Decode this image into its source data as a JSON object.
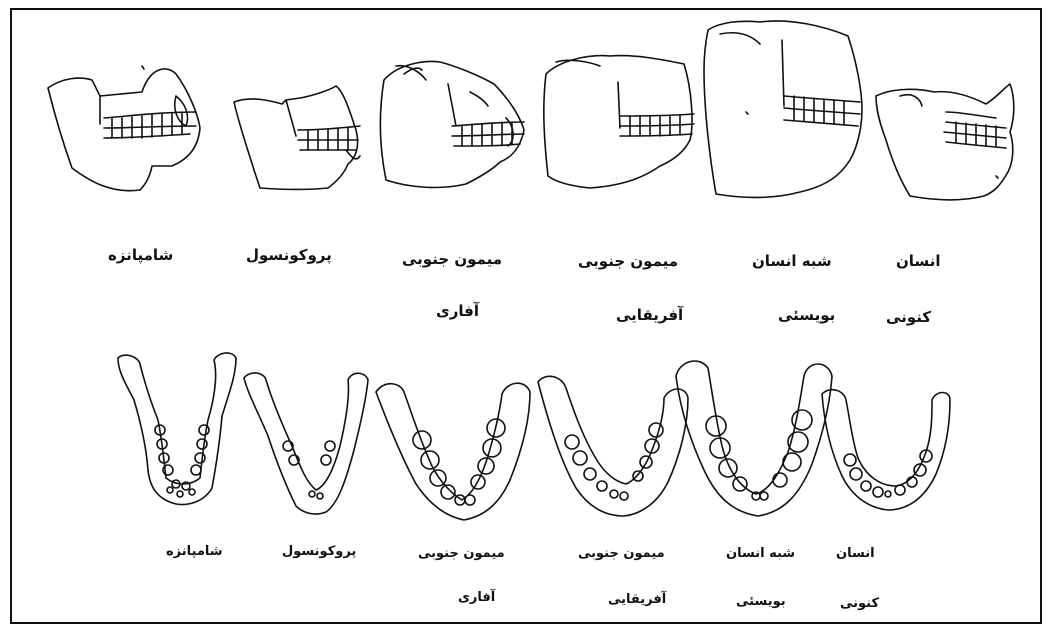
{
  "skull_row": {
    "labels": [
      {
        "line1": "شامپانزه",
        "line2": ""
      },
      {
        "line1": "پروکونسول",
        "line2": ""
      },
      {
        "line1": "میمون جنوبی",
        "line2": "آفاری"
      },
      {
        "line1": "میمون جنوبی",
        "line2": "آفریقایی"
      },
      {
        "line1": "شبه انسان",
        "line2": "بویسئی"
      },
      {
        "line1": "انسان",
        "line2": "کنونی"
      }
    ]
  },
  "jaw_row": {
    "labels": [
      {
        "line1": "شامپانزه",
        "line2": ""
      },
      {
        "line1": "پروکونسول",
        "line2": ""
      },
      {
        "line1": "میمون جنوبی",
        "line2": "آفاری"
      },
      {
        "line1": "میمون جنوبی",
        "line2": "آفریقایی"
      },
      {
        "line1": "شبه انسان",
        "line2": "بویسئی"
      },
      {
        "line1": "انسان",
        "line2": "کنونی"
      }
    ]
  }
}
